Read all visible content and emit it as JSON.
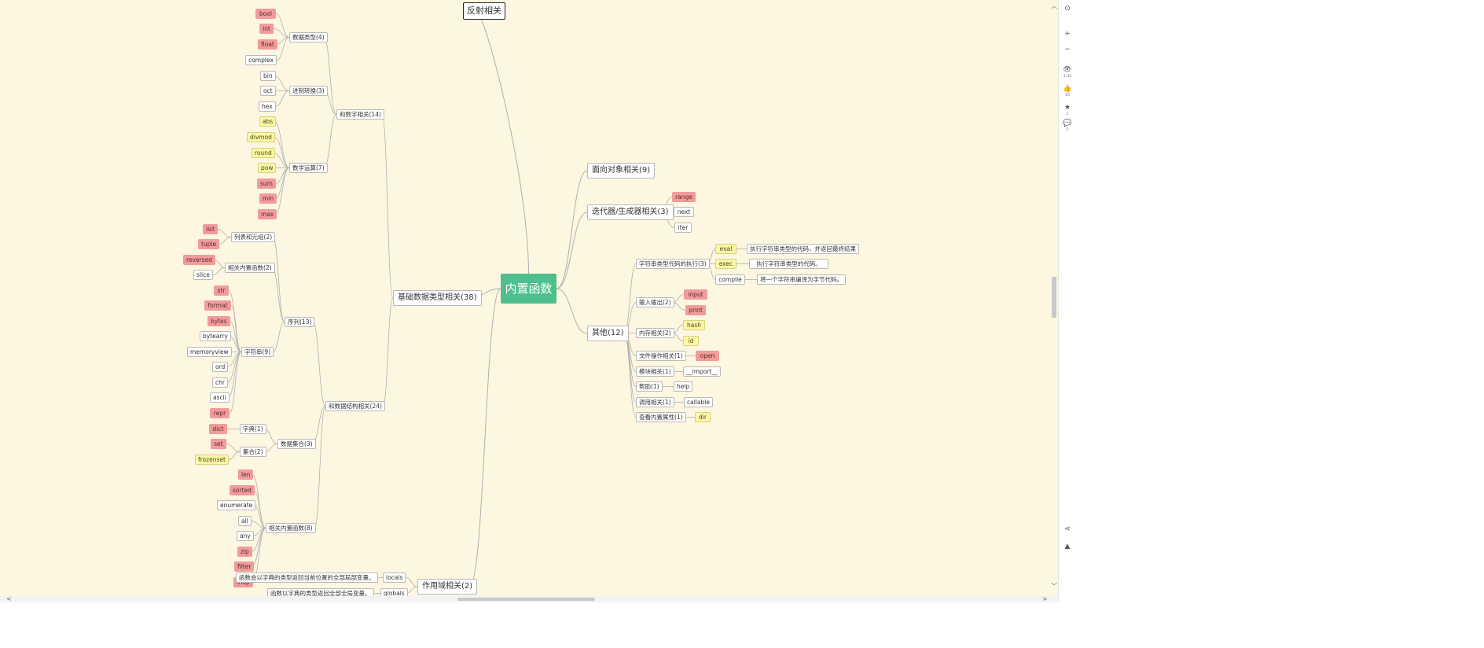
{
  "mindmap": {
    "root": "内置函数",
    "nodes": [
      {
        "id": "t1",
        "label": "反射相关",
        "kind": "top"
      },
      {
        "id": "b1",
        "label": "基础数据类型相关(38)",
        "kind": "big"
      },
      {
        "id": "b2",
        "label": "作用域相关(2)",
        "kind": "big"
      },
      {
        "id": "b3",
        "label": "面向对象相关(9)",
        "kind": "big"
      },
      {
        "id": "b4",
        "label": "迭代器/生成器相关(3)",
        "kind": "big"
      },
      {
        "id": "b5",
        "label": "其他(12)",
        "kind": "big"
      },
      {
        "id": "n1",
        "label": "和数字相关(14)"
      },
      {
        "id": "n2",
        "label": "和数据结构相关(24)"
      },
      {
        "id": "n3",
        "label": "数据类型(4)"
      },
      {
        "id": "n4",
        "label": "进制转换(3)"
      },
      {
        "id": "n5",
        "label": "数学运算(7)"
      },
      {
        "id": "n6",
        "label": "序列(13)"
      },
      {
        "id": "n7",
        "label": "数据集合(3)"
      },
      {
        "id": "n8",
        "label": "相关内置函数(8)"
      },
      {
        "id": "n9",
        "label": "列表和元组(2)"
      },
      {
        "id": "n10",
        "label": "相关内置函数(2)"
      },
      {
        "id": "n11",
        "label": "字符串(9)"
      },
      {
        "id": "n12",
        "label": "字典(1)"
      },
      {
        "id": "n13",
        "label": "集合(2)"
      },
      {
        "id": "l1",
        "label": "bool",
        "kind": "red"
      },
      {
        "id": "l2",
        "label": "int",
        "kind": "red"
      },
      {
        "id": "l3",
        "label": "float",
        "kind": "red"
      },
      {
        "id": "l4",
        "label": "complex"
      },
      {
        "id": "l5",
        "label": "bin"
      },
      {
        "id": "l6",
        "label": "oct"
      },
      {
        "id": "l7",
        "label": "hex"
      },
      {
        "id": "l8",
        "label": "abs",
        "kind": "yellow"
      },
      {
        "id": "l9",
        "label": "divmod",
        "kind": "yellow"
      },
      {
        "id": "l10",
        "label": "round",
        "kind": "yellow"
      },
      {
        "id": "l11",
        "label": "pow",
        "kind": "yellow"
      },
      {
        "id": "l12",
        "label": "sum",
        "kind": "red"
      },
      {
        "id": "l13",
        "label": "min",
        "kind": "red"
      },
      {
        "id": "l14",
        "label": "max",
        "kind": "red"
      },
      {
        "id": "l15",
        "label": "list",
        "kind": "red"
      },
      {
        "id": "l16",
        "label": "tuple",
        "kind": "red"
      },
      {
        "id": "l17",
        "label": "reversed",
        "kind": "red"
      },
      {
        "id": "l18",
        "label": "slice"
      },
      {
        "id": "l19",
        "label": "str",
        "kind": "red"
      },
      {
        "id": "l20",
        "label": "format",
        "kind": "red"
      },
      {
        "id": "l21",
        "label": "bytes",
        "kind": "red"
      },
      {
        "id": "l22",
        "label": "bytearry"
      },
      {
        "id": "l23",
        "label": "memoryview"
      },
      {
        "id": "l24",
        "label": "ord"
      },
      {
        "id": "l25",
        "label": "chr"
      },
      {
        "id": "l26",
        "label": "ascii"
      },
      {
        "id": "l27",
        "label": "repr",
        "kind": "red"
      },
      {
        "id": "l28",
        "label": "dict",
        "kind": "red"
      },
      {
        "id": "l29",
        "label": "set",
        "kind": "red"
      },
      {
        "id": "l30",
        "label": "frozenset",
        "kind": "yellow"
      },
      {
        "id": "l31",
        "label": "len",
        "kind": "red"
      },
      {
        "id": "l32",
        "label": "sorted",
        "kind": "red"
      },
      {
        "id": "l33",
        "label": "enumerate"
      },
      {
        "id": "l34",
        "label": "all"
      },
      {
        "id": "l35",
        "label": "any"
      },
      {
        "id": "l36",
        "label": "zip",
        "kind": "red"
      },
      {
        "id": "l37",
        "label": "filter",
        "kind": "red"
      },
      {
        "id": "l38",
        "label": "map",
        "kind": "red"
      },
      {
        "id": "s1",
        "label": "locals"
      },
      {
        "id": "s2",
        "label": "globals"
      },
      {
        "id": "s3",
        "label": "函数会以字典的类型返回当前位置的全部局部变量。"
      },
      {
        "id": "s4",
        "label": "函数以字典的类型返回全部全局变量。"
      },
      {
        "id": "g1",
        "label": "range",
        "kind": "red"
      },
      {
        "id": "g2",
        "label": "next"
      },
      {
        "id": "g3",
        "label": "iter"
      },
      {
        "id": "o1",
        "label": "字符串类型代码的执行(3)"
      },
      {
        "id": "o2",
        "label": "输入输出(2)"
      },
      {
        "id": "o3",
        "label": "内存相关(2)"
      },
      {
        "id": "o4",
        "label": "文件操作相关(1)"
      },
      {
        "id": "o5",
        "label": "模块相关(1)"
      },
      {
        "id": "o6",
        "label": "帮助(1)"
      },
      {
        "id": "o7",
        "label": "调用相关(1)"
      },
      {
        "id": "o8",
        "label": "查看内置属性(1)"
      },
      {
        "id": "p1",
        "label": "eval",
        "kind": "yellow"
      },
      {
        "id": "p2",
        "label": "exec",
        "kind": "yellow"
      },
      {
        "id": "p3",
        "label": "complie"
      },
      {
        "id": "d1",
        "label": "执行字符串类型的代码，并返回最终结果"
      },
      {
        "id": "d2",
        "label": "执行字符串类型的代码。"
      },
      {
        "id": "d3",
        "label": "将一个字符串编译为字节代码。"
      },
      {
        "id": "q1",
        "label": "input",
        "kind": "red"
      },
      {
        "id": "q2",
        "label": "print",
        "kind": "red"
      },
      {
        "id": "q3",
        "label": "hash",
        "kind": "yellow"
      },
      {
        "id": "q4",
        "label": "id",
        "kind": "yellow"
      },
      {
        "id": "q5",
        "label": "open",
        "kind": "red"
      },
      {
        "id": "q6",
        "label": "__import__"
      },
      {
        "id": "q7",
        "label": "help"
      },
      {
        "id": "q8",
        "label": "callable"
      },
      {
        "id": "q9",
        "label": "dir",
        "kind": "yellow"
      }
    ],
    "edges": [
      [
        "root",
        "t1"
      ],
      [
        "root",
        "b1"
      ],
      [
        "root",
        "b2"
      ],
      [
        "root",
        "b3"
      ],
      [
        "root",
        "b4"
      ],
      [
        "root",
        "b5"
      ],
      [
        "b1",
        "n1"
      ],
      [
        "b1",
        "n2"
      ],
      [
        "n1",
        "n3"
      ],
      [
        "n1",
        "n4"
      ],
      [
        "n1",
        "n5"
      ],
      [
        "n3",
        "l1"
      ],
      [
        "n3",
        "l2"
      ],
      [
        "n3",
        "l3"
      ],
      [
        "n3",
        "l4"
      ],
      [
        "n4",
        "l5"
      ],
      [
        "n4",
        "l6"
      ],
      [
        "n4",
        "l7"
      ],
      [
        "n5",
        "l8"
      ],
      [
        "n5",
        "l9"
      ],
      [
        "n5",
        "l10"
      ],
      [
        "n5",
        "l11"
      ],
      [
        "n5",
        "l12"
      ],
      [
        "n5",
        "l13"
      ],
      [
        "n5",
        "l14"
      ],
      [
        "n2",
        "n6"
      ],
      [
        "n2",
        "n7"
      ],
      [
        "n2",
        "n8"
      ],
      [
        "n6",
        "n9"
      ],
      [
        "n6",
        "n10"
      ],
      [
        "n6",
        "n11"
      ],
      [
        "n9",
        "l15"
      ],
      [
        "n9",
        "l16"
      ],
      [
        "n10",
        "l17"
      ],
      [
        "n10",
        "l18"
      ],
      [
        "n11",
        "l19"
      ],
      [
        "n11",
        "l20"
      ],
      [
        "n11",
        "l21"
      ],
      [
        "n11",
        "l22"
      ],
      [
        "n11",
        "l23"
      ],
      [
        "n11",
        "l24"
      ],
      [
        "n11",
        "l25"
      ],
      [
        "n11",
        "l26"
      ],
      [
        "n11",
        "l27"
      ],
      [
        "n7",
        "n12"
      ],
      [
        "n7",
        "n13"
      ],
      [
        "n12",
        "l28"
      ],
      [
        "n13",
        "l29"
      ],
      [
        "n13",
        "l30"
      ],
      [
        "n8",
        "l31"
      ],
      [
        "n8",
        "l32"
      ],
      [
        "n8",
        "l33"
      ],
      [
        "n8",
        "l34"
      ],
      [
        "n8",
        "l35"
      ],
      [
        "n8",
        "l36"
      ],
      [
        "n8",
        "l37"
      ],
      [
        "n8",
        "l38"
      ],
      [
        "b2",
        "s1"
      ],
      [
        "b2",
        "s2"
      ],
      [
        "s1",
        "s3"
      ],
      [
        "s2",
        "s4"
      ],
      [
        "b4",
        "g1"
      ],
      [
        "b4",
        "g2"
      ],
      [
        "b4",
        "g3"
      ],
      [
        "b5",
        "o1"
      ],
      [
        "b5",
        "o2"
      ],
      [
        "b5",
        "o3"
      ],
      [
        "b5",
        "o4"
      ],
      [
        "b5",
        "o5"
      ],
      [
        "b5",
        "o6"
      ],
      [
        "b5",
        "o7"
      ],
      [
        "b5",
        "o8"
      ],
      [
        "o1",
        "p1"
      ],
      [
        "o1",
        "p2"
      ],
      [
        "o1",
        "p3"
      ],
      [
        "p1",
        "d1"
      ],
      [
        "p2",
        "d2"
      ],
      [
        "p3",
        "d3"
      ],
      [
        "o2",
        "q1"
      ],
      [
        "o2",
        "q2"
      ],
      [
        "o3",
        "q3"
      ],
      [
        "o3",
        "q4"
      ],
      [
        "o4",
        "q5"
      ],
      [
        "o5",
        "q6"
      ],
      [
        "o6",
        "q7"
      ],
      [
        "o7",
        "q8"
      ],
      [
        "o8",
        "q9"
      ]
    ]
  },
  "toolbar": {
    "items": [
      {
        "icon": "target-icon",
        "glyph": "⊙",
        "count": ""
      },
      {
        "icon": "zoom-in-icon",
        "glyph": "+",
        "count": ""
      },
      {
        "icon": "zoom-out-icon",
        "glyph": "−",
        "count": ""
      },
      {
        "icon": "eye-icon",
        "glyph": "👁",
        "count": "1.4k"
      },
      {
        "icon": "thumbs-up-icon",
        "glyph": "👍",
        "count": "16"
      },
      {
        "icon": "star-icon",
        "glyph": "★",
        "count": "2"
      },
      {
        "icon": "comment-icon",
        "glyph": "💬",
        "count": "0"
      },
      {
        "icon": "share-icon",
        "glyph": "⋖",
        "count": ""
      },
      {
        "icon": "warning-icon",
        "glyph": "▲",
        "count": ""
      }
    ]
  },
  "colors": {
    "canvas": "#fdf6e0",
    "root": "#4fbf8e",
    "red_node": "#f29b9b",
    "yellow_node": "#fbf7a6",
    "line": "#b0b0b0"
  }
}
